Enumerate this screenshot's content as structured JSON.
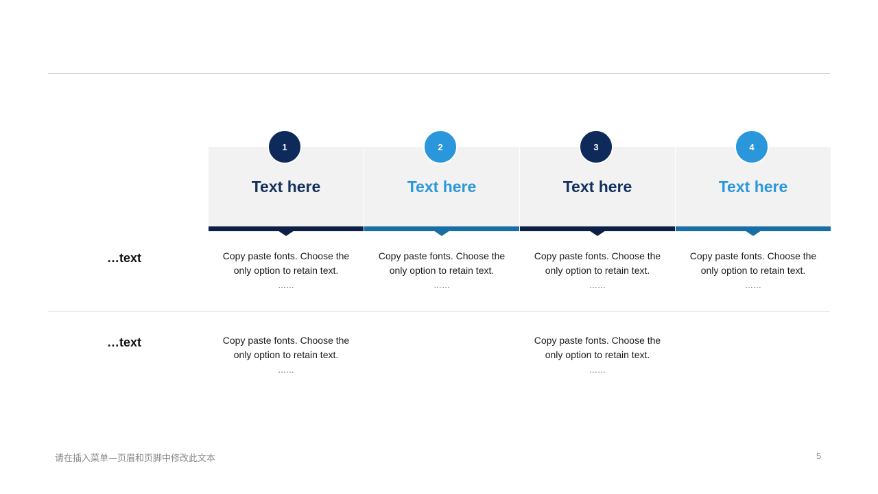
{
  "columns": [
    {
      "number": "1",
      "title": "Text here",
      "style": "dark"
    },
    {
      "number": "2",
      "title": "Text here",
      "style": "light"
    },
    {
      "number": "3",
      "title": "Text here",
      "style": "dark"
    },
    {
      "number": "4",
      "title": "Text here",
      "style": "light"
    }
  ],
  "rows": [
    {
      "label": "…text",
      "cells": [
        {
          "line1": "Copy paste fonts. Choose the",
          "line2": "only option to retain text.",
          "ellipsis": "……"
        },
        {
          "line1": "Copy paste fonts. Choose the",
          "line2": "only option to retain text.",
          "ellipsis": "……"
        },
        {
          "line1": "Copy paste fonts. Choose the",
          "line2": "only option to retain text.",
          "ellipsis": "……"
        },
        {
          "line1": "Copy paste fonts. Choose the",
          "line2": "only option to retain text.",
          "ellipsis": "……"
        }
      ]
    },
    {
      "label": "…text",
      "cells": [
        {
          "line1": "Copy paste fonts. Choose the",
          "line2": "only option to retain text.",
          "ellipsis": "……"
        },
        {
          "line1": "Copy paste fonts. Choose the",
          "line2": "only option to retain text.",
          "ellipsis": "……"
        }
      ]
    }
  ],
  "footer": {
    "left_text": "请在插入菜单—页眉和页脚中修改此文本",
    "page_number": "5"
  },
  "colors": {
    "dark_accent": "#0e2a5a",
    "light_accent": "#2a97dc",
    "panel_bg": "#f2f2f2"
  }
}
